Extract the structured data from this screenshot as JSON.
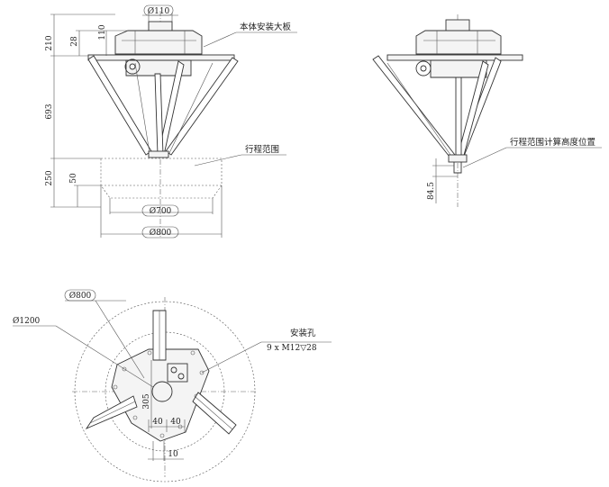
{
  "front_view": {
    "dims": {
      "top_diameter": "Ø110",
      "height_total": "210",
      "height_plate": "28",
      "height_base": "110",
      "arm_height": "693",
      "workspace_height": "250",
      "workspace_inner": "50",
      "workspace_inner_dia": "Ø700",
      "workspace_outer_dia": "Ø800"
    },
    "labels": {
      "mounting_plate": "本体安装大板",
      "workspace": "行程范围"
    }
  },
  "side_view": {
    "dims": {
      "offset": "84.5"
    },
    "labels": {
      "calc_height": "行程范围计算高度位置"
    }
  },
  "top_view": {
    "dims": {
      "dia_800": "Ø800",
      "dia_1200": "Ø1200",
      "dim_305": "305",
      "dim_40_left": "40",
      "dim_40_right": "40",
      "dim_10": "10"
    },
    "labels": {
      "mounting_holes": "安装孔",
      "hole_spec": "9 x M12▽28"
    }
  }
}
